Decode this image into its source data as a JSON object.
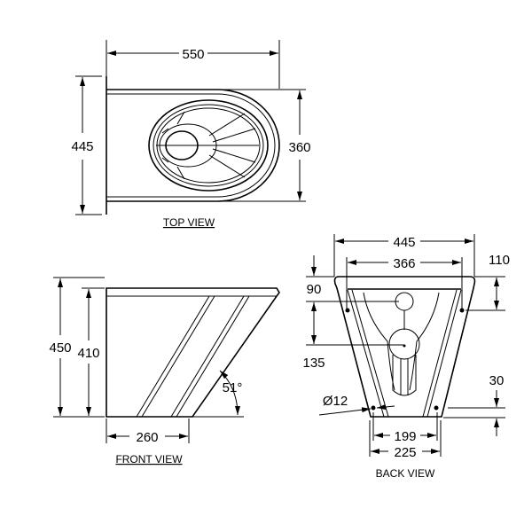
{
  "views": {
    "top": {
      "label": "TOP VIEW",
      "length": "550",
      "width": "445",
      "bowl_width": "360"
    },
    "front": {
      "label": "FRONT VIEW",
      "height": "450",
      "inner_height": "410",
      "base_depth": "260",
      "angle": "51°"
    },
    "back": {
      "label": "BACK VIEW",
      "width": "445",
      "hole_spacing_top": "366",
      "top_offset": "110",
      "hole_offset": "90",
      "outlet_offset": "135",
      "bottom_hole_offset": "30",
      "hole_diameter": "Ø12",
      "hole_spacing_bottom": "199",
      "base_width": "225"
    }
  },
  "colors": {
    "line": "#000000",
    "background": "#ffffff"
  }
}
